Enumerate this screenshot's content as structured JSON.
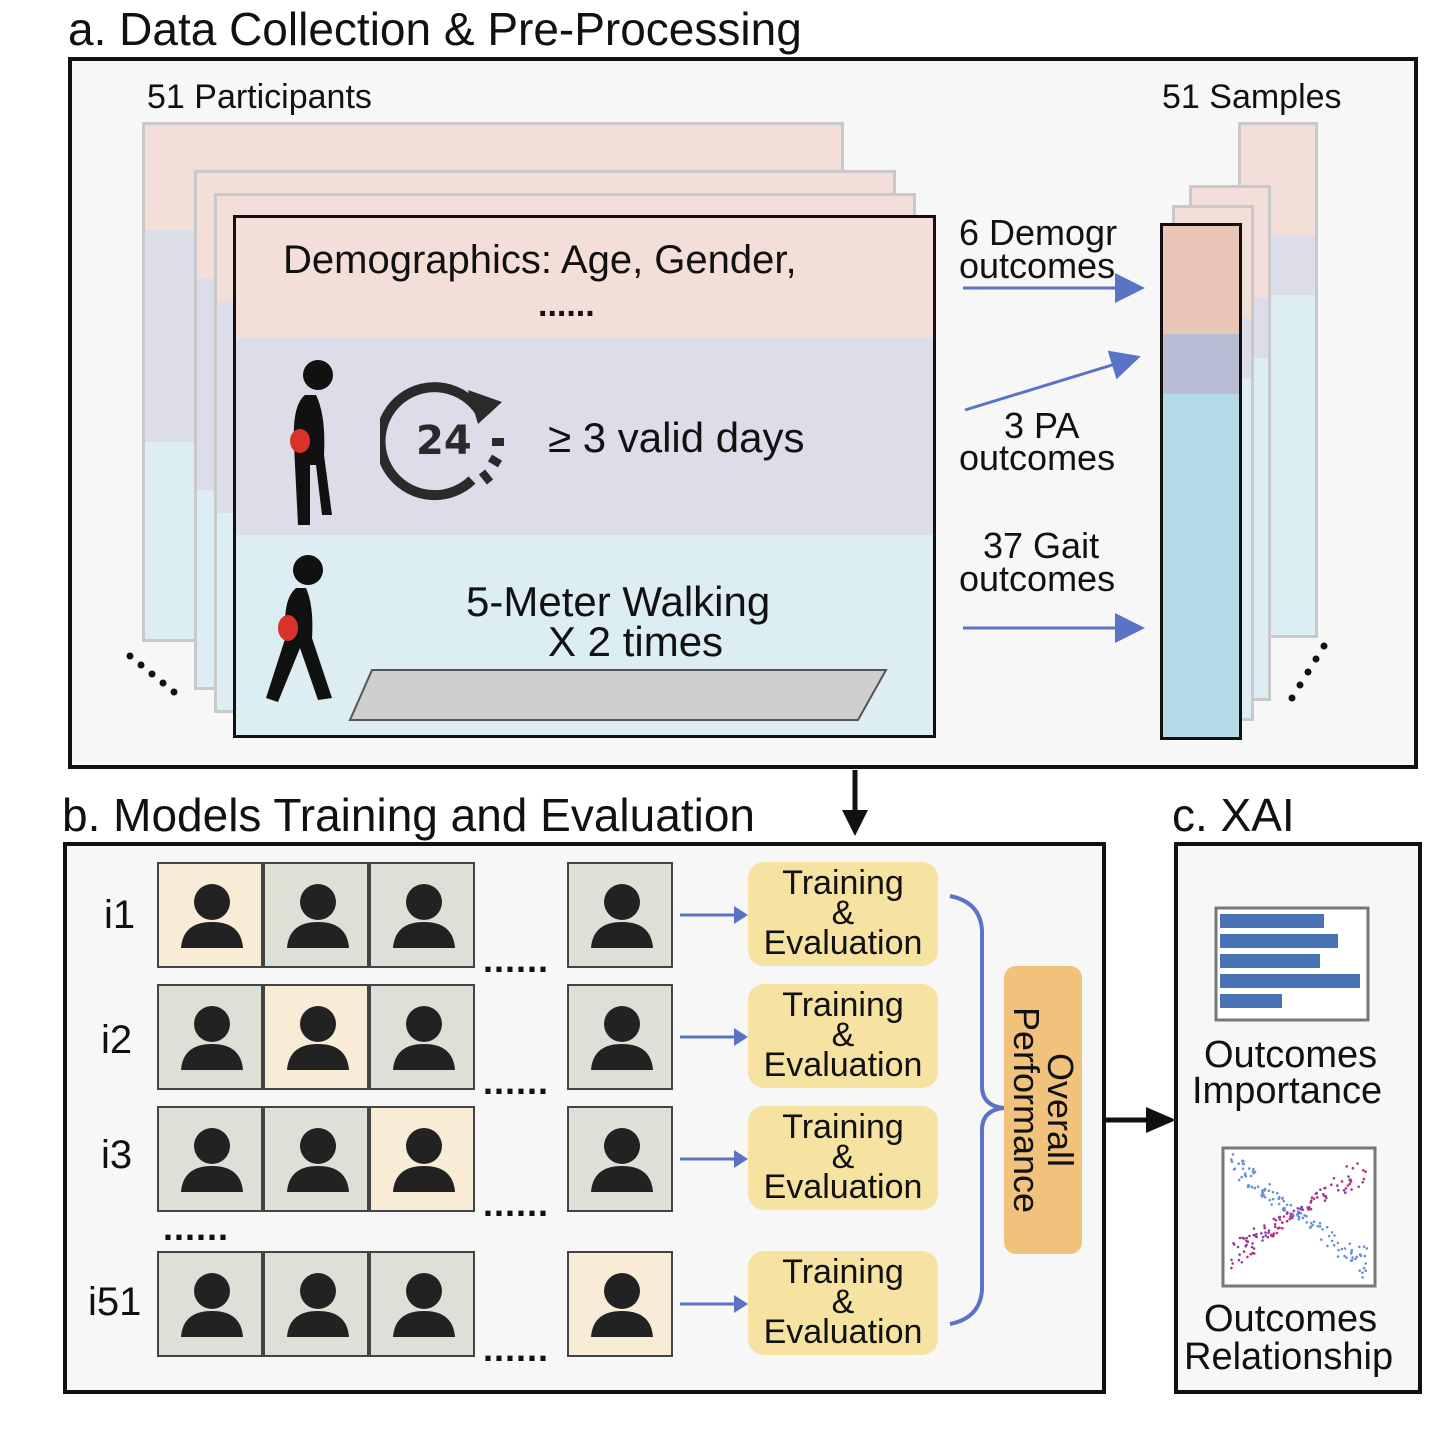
{
  "sections": {
    "a_title": "a. Data Collection & Pre-Processing",
    "b_title": "b. Models Training and Evaluation",
    "c_title": "c. XAI"
  },
  "collection": {
    "participants_label": "51 Participants",
    "samples_label": "51 Samples",
    "demographics_line1": "Demographics: Age, Gender,",
    "demographics_line2": "......",
    "clock_number": "24",
    "valid_days": "≥ 3 valid days",
    "walking_line1": "5-Meter Walking",
    "walking_line2": "X 2 times",
    "outcome_demo_line1": "6 Demogr",
    "outcome_demo_line2": "outcomes",
    "outcome_pa_line1": "3 PA",
    "outcome_pa_line2": "outcomes",
    "outcome_gait_line1": "37 Gait",
    "outcome_gait_line2": "outcomes",
    "ellipsis_left": "......",
    "ellipsis_right": "......"
  },
  "training": {
    "rows": [
      {
        "label": "i1",
        "highlight": 0
      },
      {
        "label": "i2",
        "highlight": 1
      },
      {
        "label": "i3",
        "highlight": 2
      },
      {
        "label": "i51",
        "highlight": 3
      }
    ],
    "ellipsis": "......",
    "row_ellipsis": "......",
    "box_line1": "Training",
    "box_line2": "&",
    "box_line3": "Evaluation",
    "overall_line1": "Overall",
    "overall_line2": "Performance"
  },
  "xai": {
    "importance_line1": "Outcomes",
    "importance_line2": "Importance",
    "relationship_line1": "Outcomes",
    "relationship_line2": "Relationship"
  },
  "colors": {
    "demographics": "#f3dfd8",
    "pa": "#dcdde9",
    "gait": "#dcedf3",
    "arrow_blue": "#5b73c4",
    "train_box": "#f6e3a2",
    "overall_box": "#f0c27c",
    "cell_green": "#dce0d6",
    "cell_cream": "#f8ecd6"
  }
}
